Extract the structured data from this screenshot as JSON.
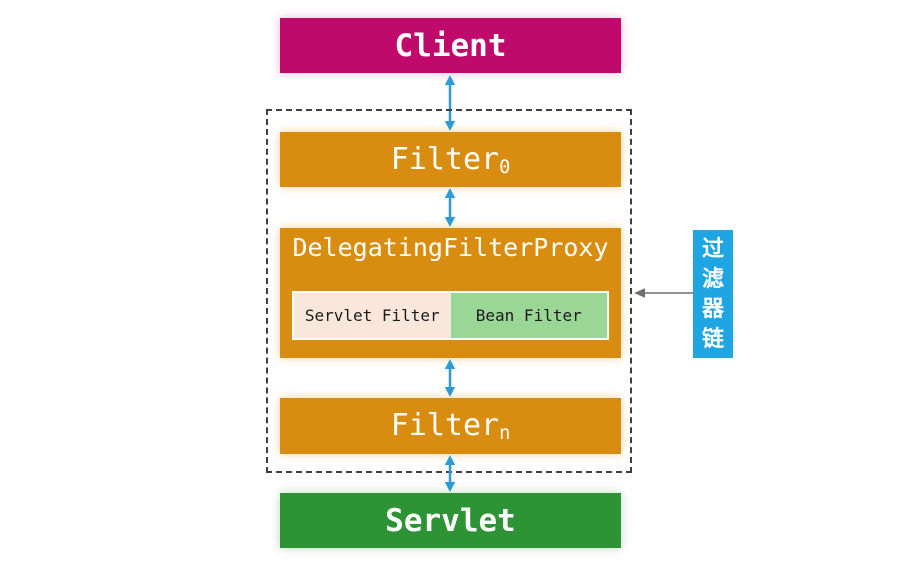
{
  "client": {
    "label": "Client"
  },
  "chain": {
    "filter_top": {
      "base": "Filter",
      "subscript": "0"
    },
    "delegating_filter_proxy": {
      "title": "DelegatingFilterProxy",
      "servlet_filter_label": "Servlet Filter",
      "bean_filter_label": "Bean Filter"
    },
    "filter_bottom": {
      "base": "Filter",
      "subscript": "n"
    }
  },
  "servlet": {
    "label": "Servlet"
  },
  "side_label": {
    "text": "过滤器链"
  },
  "colors": {
    "client_bg": "#C00A6B",
    "filter_bg": "#D98D10",
    "servlet_bg": "#2E9334",
    "arrow_blue": "#2D9BD5",
    "arrow_gray": "#6E6E6E",
    "side_label_bg": "#1FA5E2",
    "servlet_filter_bg": "#FAE7DC",
    "bean_filter_bg": "#9AD797"
  }
}
